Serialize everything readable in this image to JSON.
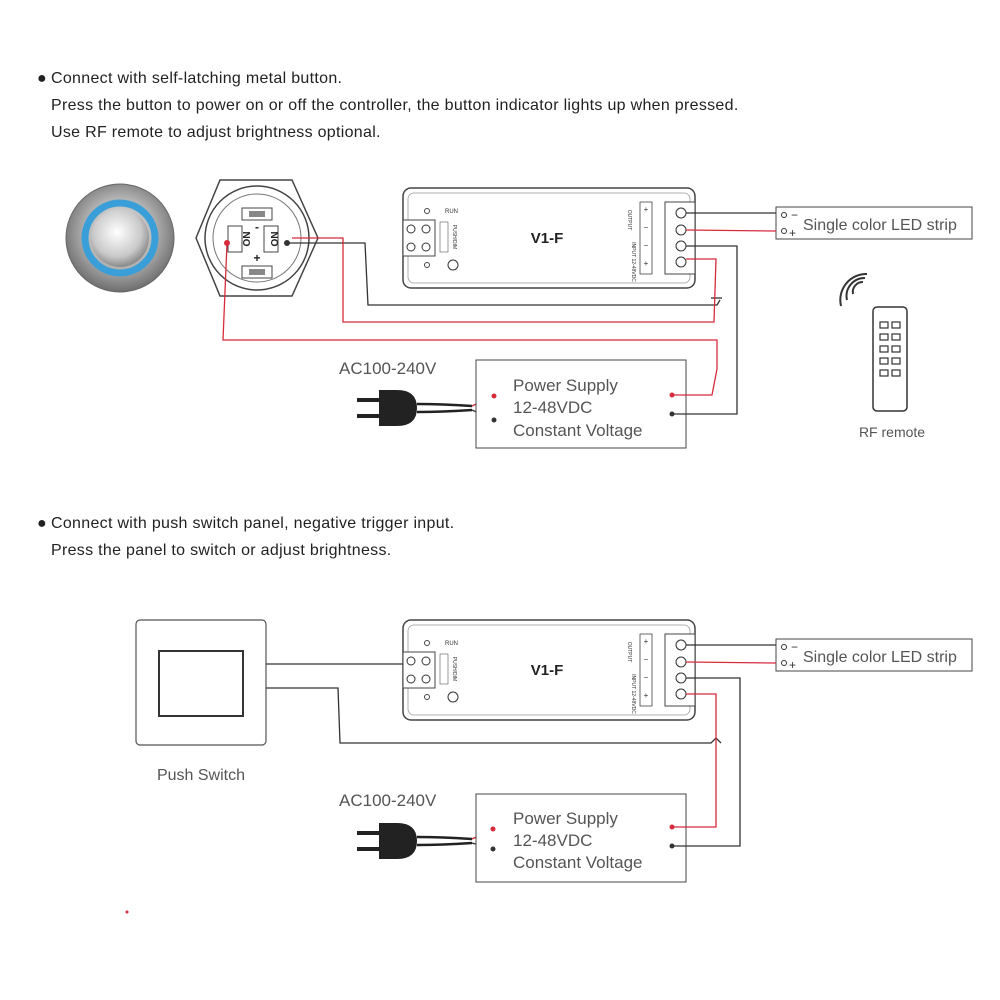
{
  "section1": {
    "bullet": "●",
    "lines": [
      "Connect with self-latching metal button.",
      "Press the button to power on or off the controller, the button indicator lights up when pressed.",
      "Use RF remote to adjust brightness optional."
    ],
    "controller_model": "V1-F",
    "controller_run_label": "RUN",
    "controller_output_label": "OUTPUT",
    "controller_input_label": "INPUT 12-48VDC",
    "controller_push_label": "PUSH/DIM",
    "button_contact_left": "NO",
    "button_contact_right": "NO",
    "button_minus": "-",
    "button_plus": "+",
    "led_label": "Single color LED strip",
    "led_minus": "−",
    "led_plus": "+",
    "remote_label": "RF remote",
    "ac_label": "AC100-240V",
    "psu_line1": "Power Supply",
    "psu_line2": "12-48VDC",
    "psu_line3": "Constant Voltage"
  },
  "section2": {
    "bullet": "●",
    "lines": [
      "Connect with push switch panel, negative trigger input.",
      "Press the panel to switch or adjust brightness."
    ],
    "controller_model": "V1-F",
    "controller_run_label": "RUN",
    "controller_output_label": "OUTPUT",
    "controller_input_label": "INPUT 12-48VDC",
    "controller_push_label": "PUSH/DIM",
    "led_label": "Single color LED strip",
    "led_minus": "−",
    "led_plus": "+",
    "switch_label": "Push Switch",
    "ac_label": "AC100-240V",
    "psu_line1": "Power Supply",
    "psu_line2": "12-48VDC",
    "psu_line3": "Constant Voltage"
  },
  "colors": {
    "wire_black": "#333333",
    "wire_red": "#d62b3a",
    "outline": "#444444",
    "button_ring": "#3a9fd8"
  }
}
